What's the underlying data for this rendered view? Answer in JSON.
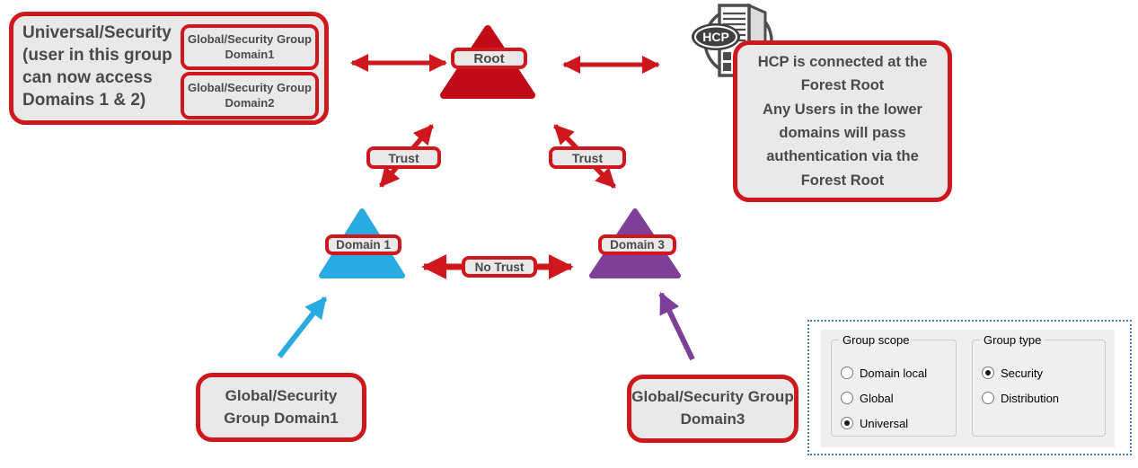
{
  "colors": {
    "red_accent": "#CE181E",
    "root_triangle": "#C00A18",
    "domain1_triangle": "#29ABE2",
    "domain3_triangle": "#7D3F98",
    "note_fill": "#E9E9E9",
    "note_text": "#4A4A4A",
    "panel_fill": "#EFEFEF",
    "dotted_border": "#3E7FBF"
  },
  "notes": {
    "universal": {
      "text": "Universal/Security (user in this group can now access Domains 1 & 2)",
      "chips": [
        "Global/Security Group Domain1",
        "Global/Security Group Domain2"
      ]
    },
    "hcp": {
      "line1": "HCP is connected at the Forest Root",
      "line2": "Any Users in the lower domains will pass authentication via the Forest Root"
    }
  },
  "labels": {
    "root": "Root",
    "trust_left": "Trust",
    "trust_right": "Trust",
    "no_trust": "No Trust",
    "domain1": "Domain 1",
    "domain3": "Domain 3"
  },
  "group_boxes": {
    "bottom_left": "Global/Security Group Domain1",
    "bottom_right": "Global/Security Group Domain3"
  },
  "hcp_icon": {
    "badge": "HCP"
  },
  "options_panel": {
    "group_scope": {
      "title": "Group scope",
      "options": [
        {
          "label": "Domain local",
          "selected": false
        },
        {
          "label": "Global",
          "selected": false
        },
        {
          "label": "Universal",
          "selected": true
        }
      ]
    },
    "group_type": {
      "title": "Group type",
      "options": [
        {
          "label": "Security",
          "selected": true
        },
        {
          "label": "Distribution",
          "selected": false
        }
      ]
    }
  }
}
